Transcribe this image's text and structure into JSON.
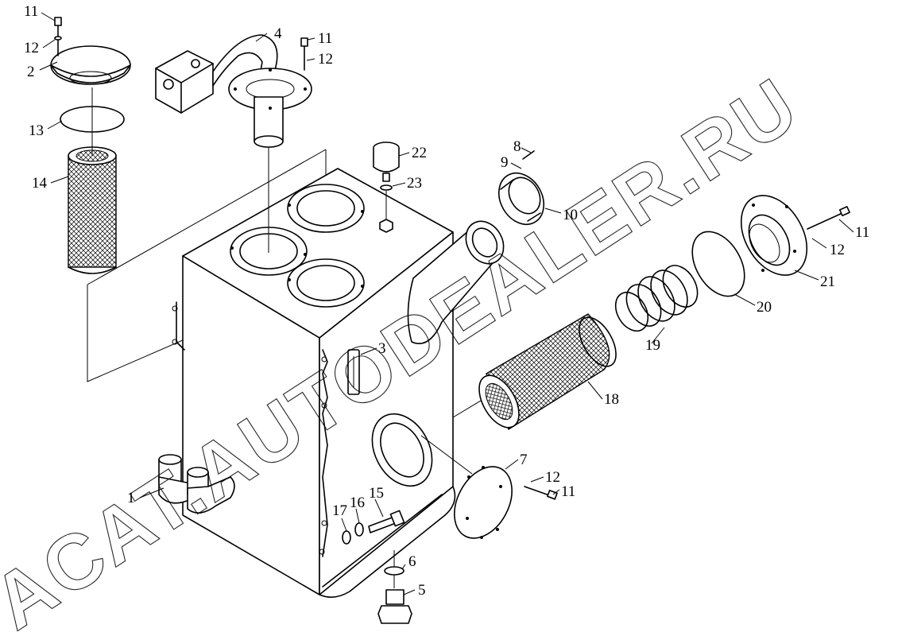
{
  "watermark": "ACAT.AUTODEALER.RU",
  "callouts": [
    {
      "id": "c11a",
      "text": "11"
    },
    {
      "id": "c12a",
      "text": "12"
    },
    {
      "id": "c2",
      "text": "2"
    },
    {
      "id": "c13",
      "text": "13"
    },
    {
      "id": "c14",
      "text": "14"
    },
    {
      "id": "c4",
      "text": "4"
    },
    {
      "id": "c11b",
      "text": "11"
    },
    {
      "id": "c12b",
      "text": "12"
    },
    {
      "id": "c22",
      "text": "22"
    },
    {
      "id": "c23",
      "text": "23"
    },
    {
      "id": "c8",
      "text": "8"
    },
    {
      "id": "c9",
      "text": "9"
    },
    {
      "id": "c10",
      "text": "10"
    },
    {
      "id": "c11c",
      "text": "11"
    },
    {
      "id": "c12c",
      "text": "12"
    },
    {
      "id": "c21",
      "text": "21"
    },
    {
      "id": "c20",
      "text": "20"
    },
    {
      "id": "c19",
      "text": "19"
    },
    {
      "id": "c3",
      "text": "3"
    },
    {
      "id": "c18",
      "text": "18"
    },
    {
      "id": "c7",
      "text": "7"
    },
    {
      "id": "c12d",
      "text": "12"
    },
    {
      "id": "c11d",
      "text": "11"
    },
    {
      "id": "c1",
      "text": "1"
    },
    {
      "id": "c17",
      "text": "17"
    },
    {
      "id": "c16",
      "text": "16"
    },
    {
      "id": "c15",
      "text": "15"
    },
    {
      "id": "c6",
      "text": "6"
    },
    {
      "id": "c5",
      "text": "5"
    }
  ]
}
